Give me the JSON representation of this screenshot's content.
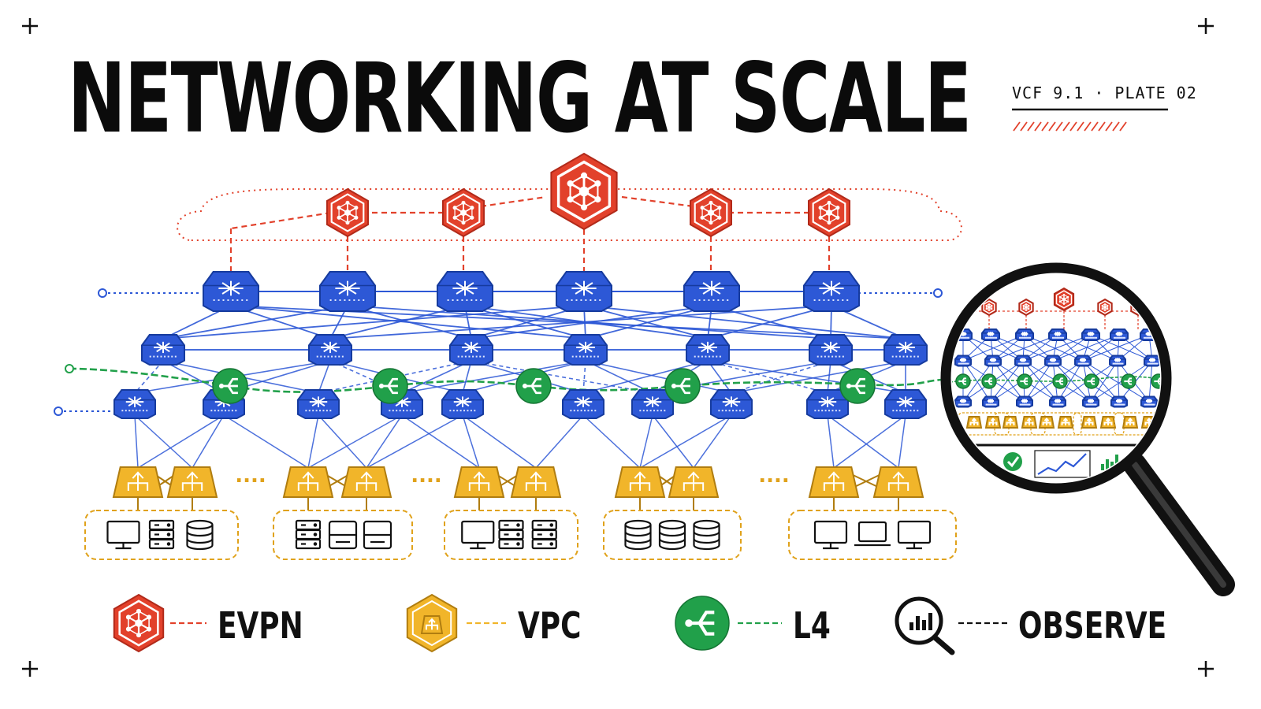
{
  "title": "NETWORKING AT SCALE",
  "plate": "VCF 9.1 · PLATE 02",
  "legend": [
    {
      "label": "EVPN",
      "icon": "evpn-icon",
      "color": "#e2412b"
    },
    {
      "label": "VPC",
      "icon": "vpc-icon",
      "color": "#f1b52a"
    },
    {
      "label": "L4",
      "icon": "l4-icon",
      "color": "#21a04a"
    },
    {
      "label": "OBSERVE",
      "icon": "observe-icon",
      "color": "#111111"
    }
  ],
  "ellipsis": "....",
  "colors": {
    "evpn": "#e2412b",
    "fabric": "#2d58d6",
    "vpc": "#f1b52a",
    "l4": "#21a04a",
    "ink": "#111111"
  },
  "groups": [
    {
      "devices": [
        "monitor-icon",
        "server-icon",
        "database-icon"
      ]
    },
    {
      "devices": [
        "server-icon",
        "storage-icon",
        "storage-icon"
      ]
    },
    {
      "devices": [
        "monitor-icon",
        "server-icon",
        "server-icon"
      ]
    },
    {
      "devices": [
        "database-icon",
        "database-icon",
        "database-icon"
      ]
    },
    {
      "devices": [
        "monitor-icon",
        "laptop-icon",
        "monitor-icon"
      ]
    }
  ]
}
